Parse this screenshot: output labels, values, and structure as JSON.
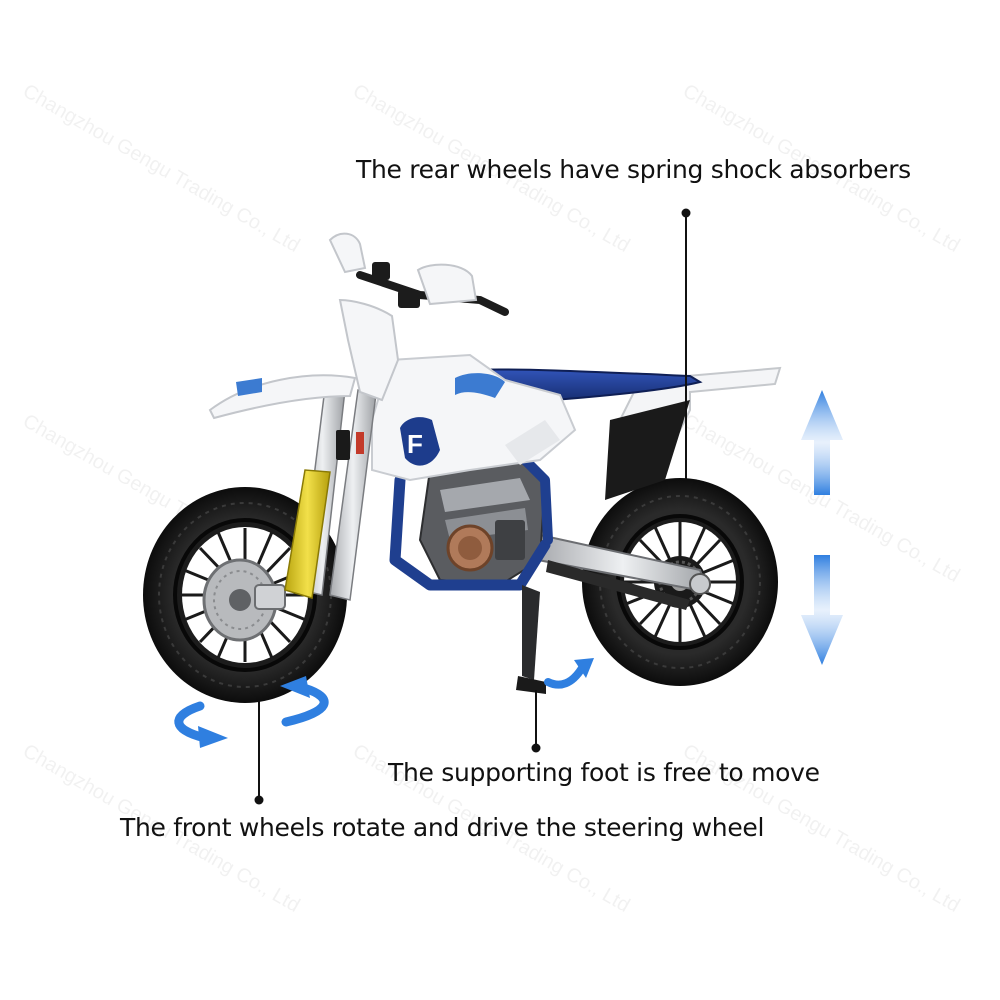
{
  "callouts": {
    "rear": "The rear wheels have spring shock absorbers",
    "foot": "The supporting foot is free to move",
    "front": "The front wheels rotate and drive the steering wheel"
  },
  "watermark": "Changzhou Gengu Trading Co., Ltd",
  "colors": {
    "arrow_blue": "#2f7fe0",
    "frame_blue": "#1f3f8f",
    "fork_yellow": "#d8c21a",
    "tire_black": "#151515",
    "body_white": "#f5f6f8"
  }
}
